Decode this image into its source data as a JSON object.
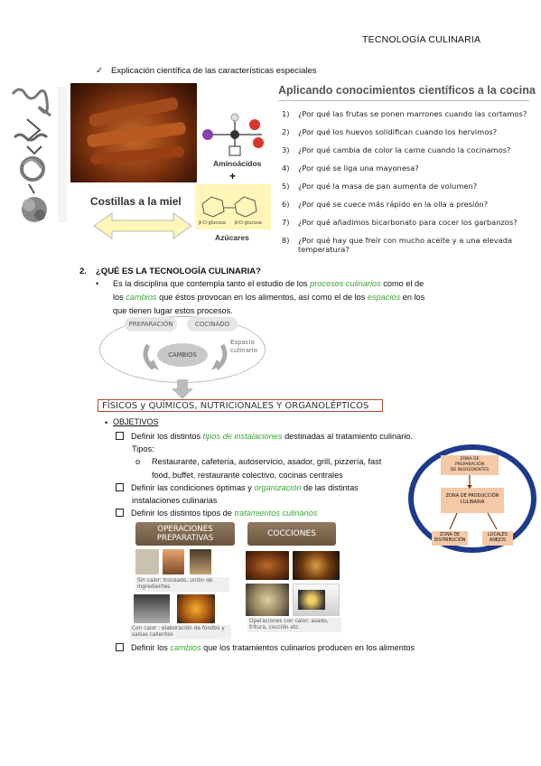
{
  "header": {
    "title": "TECNOLOGÍA CULINARIA"
  },
  "intro": {
    "check_item": "Explicación científica de las características especiales",
    "image_caption": "Costillas a la miel",
    "aminoacidos": "Aminoácidos",
    "azucares": "Azúcares",
    "plus": "+",
    "bond_labels": [
      "β-D-glucosa",
      "β-D-glucosa"
    ]
  },
  "questions": {
    "title": "Aplicando conocimientos científicos a la cocina",
    "items": [
      {
        "n": "1)",
        "text": "¿Por qué las frutas se ponen marrones cuando las cortamos?"
      },
      {
        "n": "2)",
        "text": "¿Por qué los huevos solidifican cuando los hervimos?"
      },
      {
        "n": "3)",
        "text": "¿Por qué cambia de color la carne cuando la cocinamos?"
      },
      {
        "n": "4)",
        "text": "¿Por qué se liga una mayonesa?"
      },
      {
        "n": "5)",
        "text": "¿Por qué la masa de pan aumenta de volumen?"
      },
      {
        "n": "6)",
        "text": "¿Por qué se cuece más rápido en la olla a presión?"
      },
      {
        "n": "7)",
        "text": "¿Por qué añadimos bicarbonato para cocer los garbanzos?"
      },
      {
        "n": "8)",
        "text": "¿Por qué hay que freír con mucho aceite y a una elevada"
      },
      {
        "n": "",
        "text": "temperatura?"
      }
    ]
  },
  "section2": {
    "number": "2.",
    "title": "¿QUÉ ES LA TECNOLOGÍA CULINARIA?",
    "def_1": "Es la disciplina que contempla tanto el estudio de los ",
    "def_g1": "procesos culinarios",
    "def_2": " como el de",
    "def_3": "los ",
    "def_g2": "cambios",
    "def_4": " que éstos provocan en los alimentos, así como el de los ",
    "def_g3": "espacios",
    "def_5": " en los",
    "def_6": "que tienen lugar estos procesos."
  },
  "diagram": {
    "preparacion": "PREPARACIÓN",
    "cocinado": "COCINADO",
    "cambios": "CAMBIOS",
    "espacio_1": "Espacio",
    "espacio_2": "culinario",
    "banner": "FÍSICOS y QUÍMICOS, NUTRICIONALES Y ORGANOLÉPTICOS"
  },
  "objetivos": {
    "title": "OBJETIVOS",
    "o1_a": "Definir los distintos ",
    "o1_g": "tipos de instalaciones",
    "o1_b": " destinadas al tratamiento culinario.",
    "tipos": "Tipos:",
    "tipos_list_1": "Restaurante, cafetería, autoservicio, asador, grill, pizzería, fast",
    "tipos_list_2": "food, buffet, restaurante colectivo, cocinas centrales",
    "o2_a": "Definir las condiciones óptimas y ",
    "o2_g": "organización",
    "o2_b": " de las distintas",
    "o2_c": "instalaciones culinarias",
    "o3_a": "Definir los distintos tipos de ",
    "o3_g": "tratamientos culinarios",
    "o4_a": "Definir los ",
    "o4_g": "cambios",
    "o4_b": " que los tratamientos culinarios producen en los alimentos"
  },
  "zones": {
    "top": [
      "ZONA DE",
      "PREPARACIÓN",
      "DE INGREDIENTES"
    ],
    "middle": [
      "ZONA DE PRODUCCIÓN",
      "CULINARIA"
    ],
    "left": [
      "ZONA DE",
      "DISTRIBUCIÓN"
    ],
    "right": [
      "LOCALES",
      "ANEJOS"
    ]
  },
  "operaciones": {
    "title_1": "OPERACIONES",
    "title_2": "PREPARATIVAS",
    "cap1_1": "Sin calor: troceado, unión de",
    "cap1_2": "ingredientes",
    "cap2_1": "Con calor : elaboración de fondos y",
    "cap2_2": "salsas calientes"
  },
  "cocciones": {
    "title": "COCCIONES",
    "cap_1": "Operaciones con calor: asado,",
    "cap_2": "fritura, cocción etc."
  },
  "colors": {
    "accent_green": "#3aa835",
    "banner_border": "#b04a2a",
    "zone_fill": "#f4c9a8"
  }
}
